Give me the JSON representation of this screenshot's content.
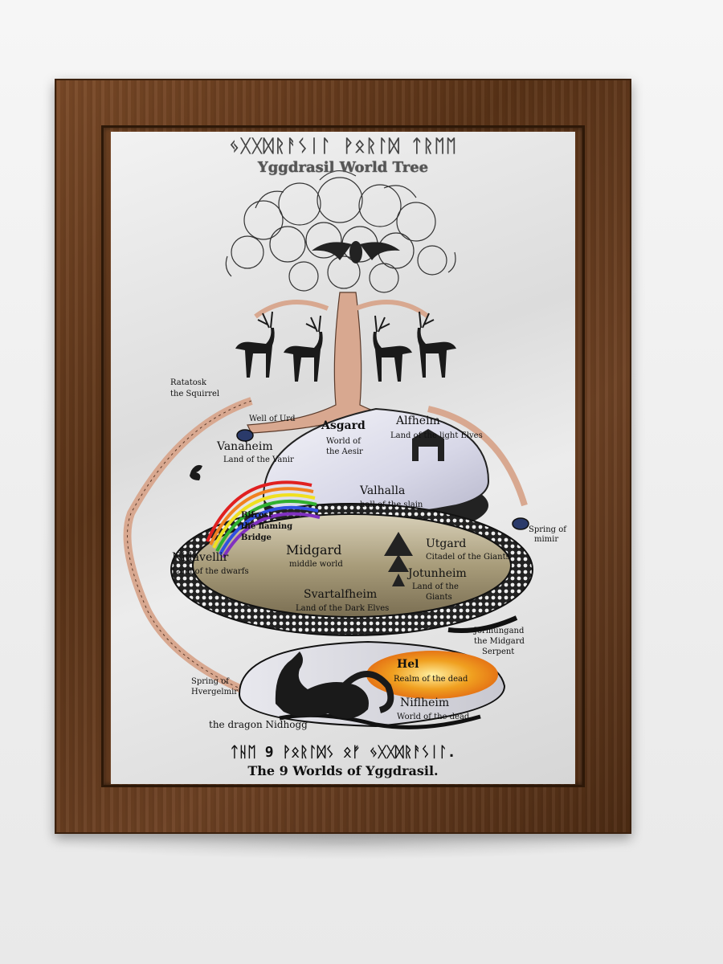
{
  "poster": {
    "runes_top": "ᛃᚷᚷᛞᚱᚨᛊᛁᛚ ᚹᛟᚱᛚᛞ ᛏᚱᛖᛖ",
    "title": "Yggdrasil World Tree",
    "runes_bottom": "ᛏᚺᛖ 9 ᚹᛟᚱᛚᛞᛊ ᛟᚠ ᛃᚷᚷᛞᚱᚨᛊᛁᛚ.",
    "subtitle": "The 9 Worlds of Yggdrasil."
  },
  "labels": {
    "ratatosk": "Ratatosk",
    "ratatosk_sub": "the Squirrel",
    "well_urd": "Well of Urd",
    "asgard": "Asgard",
    "asgard_sub1": "World of",
    "asgard_sub2": "the Aesir",
    "alfheim": "Alfheim",
    "alfheim_sub": "Land of the light Elves",
    "vanaheim": "Vanaheim",
    "vanaheim_sub": "Land of the Vanir",
    "valhalla": "Valhalla",
    "valhalla_sub": "hall of the slain",
    "bifrost1": "Bifrost",
    "bifrost2": "the flaming",
    "bifrost3": "Bridge",
    "spring_mimir1": "Spring of",
    "spring_mimir2": "mimir",
    "utgard": "Utgard",
    "utgard_sub": "Citadel of the Giants",
    "midgard": "Midgard",
    "midgard_sub": "middle world",
    "nidavellir": "Nidavellir",
    "nidavellir_sub": "Land of the dwarfs",
    "jotunheim": "Jotunheim",
    "jotunheim_sub1": "Land of the",
    "jotunheim_sub2": "Giants",
    "svartalfheim": "Svartalfheim",
    "svartalfheim_sub": "Land of the Dark Elves",
    "jormungand1": "Jormungand",
    "jormungand2": "the Midgard",
    "jormungand3": "Serpent",
    "hel": "Hel",
    "hel_sub": "Realm of the dead",
    "spring_hv1": "Spring of",
    "spring_hv2": "Hvergelmir",
    "niflheim": "Niflheim",
    "niflheim_sub": "World of the dead",
    "nidhogg": "the dragon Nidhogg"
  },
  "colors": {
    "frame_wood": "#5a3317",
    "tree_trunk": "#d8a890",
    "ink": "#111111",
    "hel_fire": "#f0a020"
  }
}
